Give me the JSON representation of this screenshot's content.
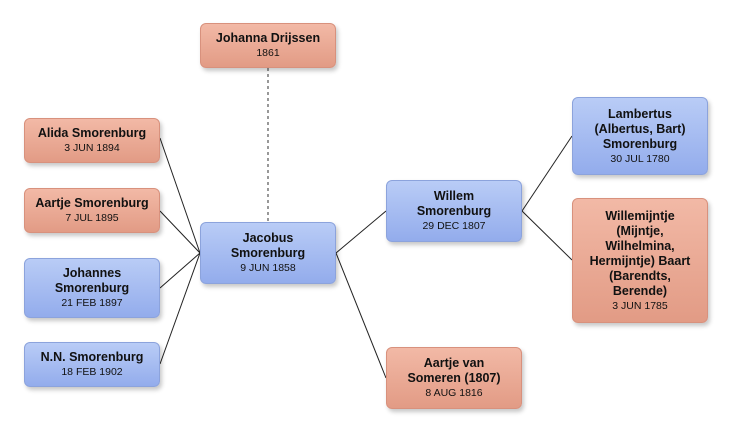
{
  "colors": {
    "female": "#e8a590",
    "male": "#a3baf1",
    "line": "#222222",
    "spouse_line": "#555555"
  },
  "persons": {
    "johanna": {
      "name": "Johanna Drijssen",
      "date": "1861"
    },
    "alida": {
      "name": "Alida Smorenburg",
      "date": "3 JUN 1894"
    },
    "aartje_s": {
      "name": "Aartje Smorenburg",
      "date": "7 JUL 1895"
    },
    "johannes": {
      "name": "Johannes\nSmorenburg",
      "date": "21 FEB 1897"
    },
    "nn": {
      "name": "N.N. Smorenburg",
      "date": "18 FEB 1902"
    },
    "jacobus": {
      "name": "Jacobus\nSmorenburg",
      "date": "9 JUN 1858"
    },
    "willem": {
      "name": "Willem\nSmorenburg",
      "date": "29 DEC 1807"
    },
    "aartje_v": {
      "name": "Aartje van\nSomeren   (1807)",
      "date": "8 AUG 1816"
    },
    "lambertus": {
      "name": "Lambertus\n(Albertus, Bart)\nSmorenburg",
      "date": "30 JUL 1780"
    },
    "willemijntje": {
      "name": "Willemijntje\n(Mijntje,\nWilhelmina,\nHermijntje) Baart\n(Barendts,\nBerende)",
      "date": "3 JUN 1785"
    }
  }
}
